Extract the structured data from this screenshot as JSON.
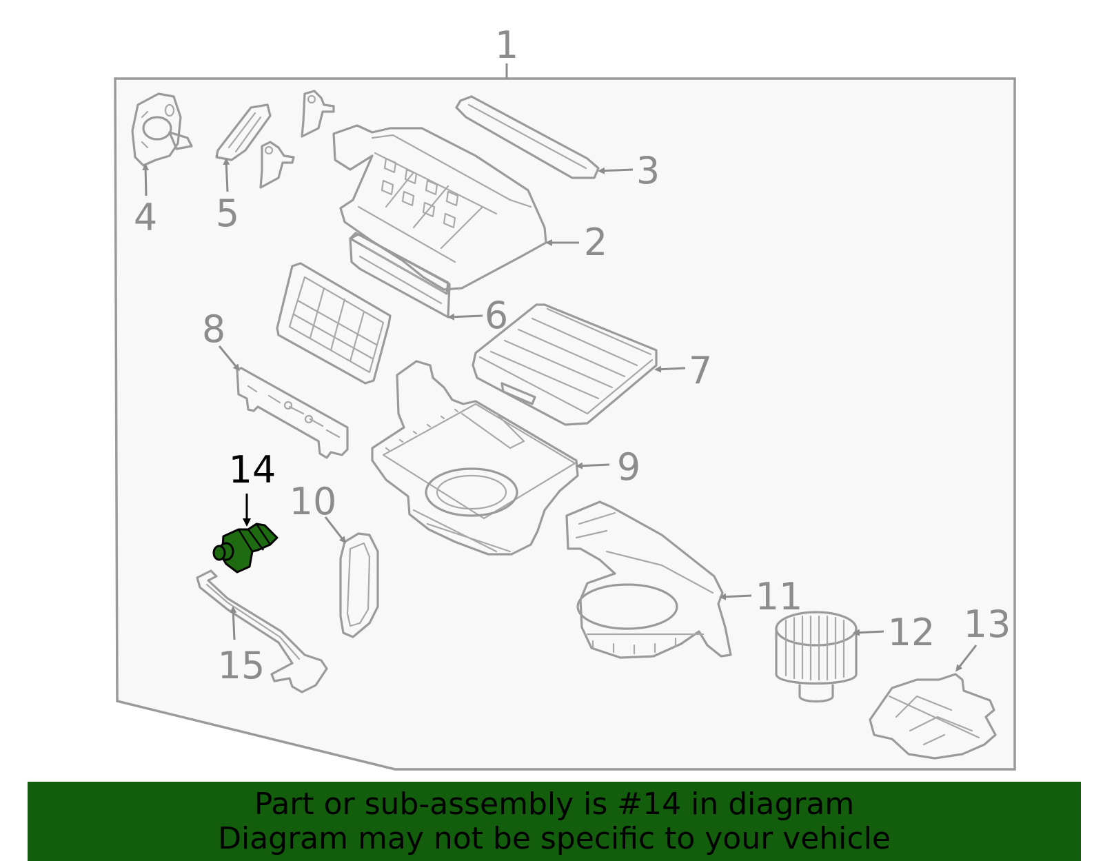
{
  "diagram": {
    "callouts": [
      {
        "id": "1",
        "label": "1"
      },
      {
        "id": "2",
        "label": "2"
      },
      {
        "id": "3",
        "label": "3"
      },
      {
        "id": "4",
        "label": "4"
      },
      {
        "id": "5",
        "label": "5"
      },
      {
        "id": "6",
        "label": "6"
      },
      {
        "id": "7",
        "label": "7"
      },
      {
        "id": "8",
        "label": "8"
      },
      {
        "id": "9",
        "label": "9"
      },
      {
        "id": "10",
        "label": "10"
      },
      {
        "id": "11",
        "label": "11"
      },
      {
        "id": "12",
        "label": "12"
      },
      {
        "id": "13",
        "label": "13"
      },
      {
        "id": "14",
        "label": "14"
      },
      {
        "id": "15",
        "label": "15"
      }
    ],
    "highlighted_part": "14",
    "colors": {
      "outline": "#9a9a9a",
      "panel_fill": "#f8f8f8",
      "highlight_fill": "#1f6b12",
      "banner_bg": "#125e0c",
      "callout_text": "#8c8c8c",
      "highlight_text": "#000000"
    }
  },
  "banner": {
    "line1": "Part or sub-assembly is #14 in diagram",
    "line2": "Diagram may not be specific to your vehicle"
  }
}
